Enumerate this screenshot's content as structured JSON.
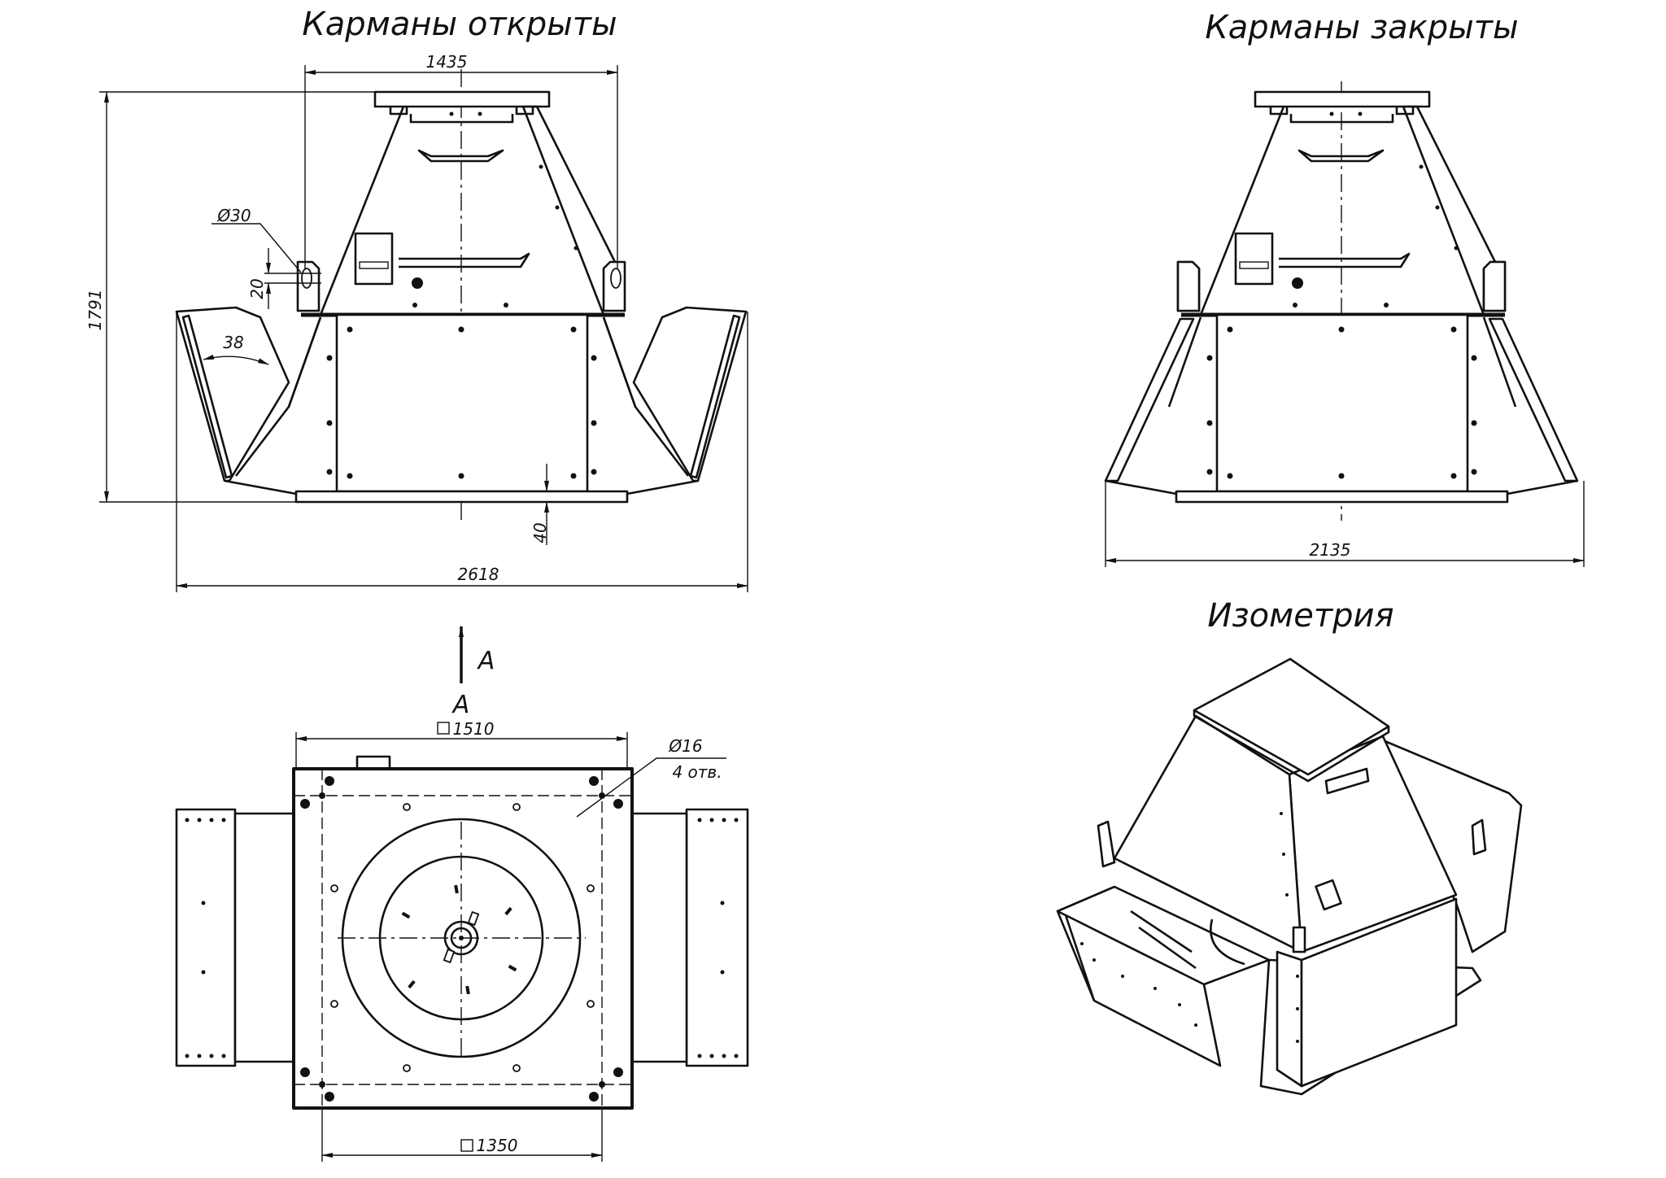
{
  "views": {
    "front_open": {
      "title": "Карманы открыты",
      "dim_top_width": "1435",
      "dim_height": "1791",
      "dim_total_width": "2618",
      "dim_hole_diameter": "Ø30",
      "dim_hole_offset": "20",
      "dim_angle": "38",
      "dim_base": "40"
    },
    "front_closed": {
      "title": "Карманы закрыты",
      "dim_total_width": "2135"
    },
    "plan_view": {
      "view_label_arrow": "A",
      "view_label": "A",
      "dim_outer": "1510",
      "dim_inner": "1350",
      "dim_hole": "Ø16",
      "hole_count": "4 отв."
    },
    "isometric": {
      "title": "Изометрия"
    }
  }
}
